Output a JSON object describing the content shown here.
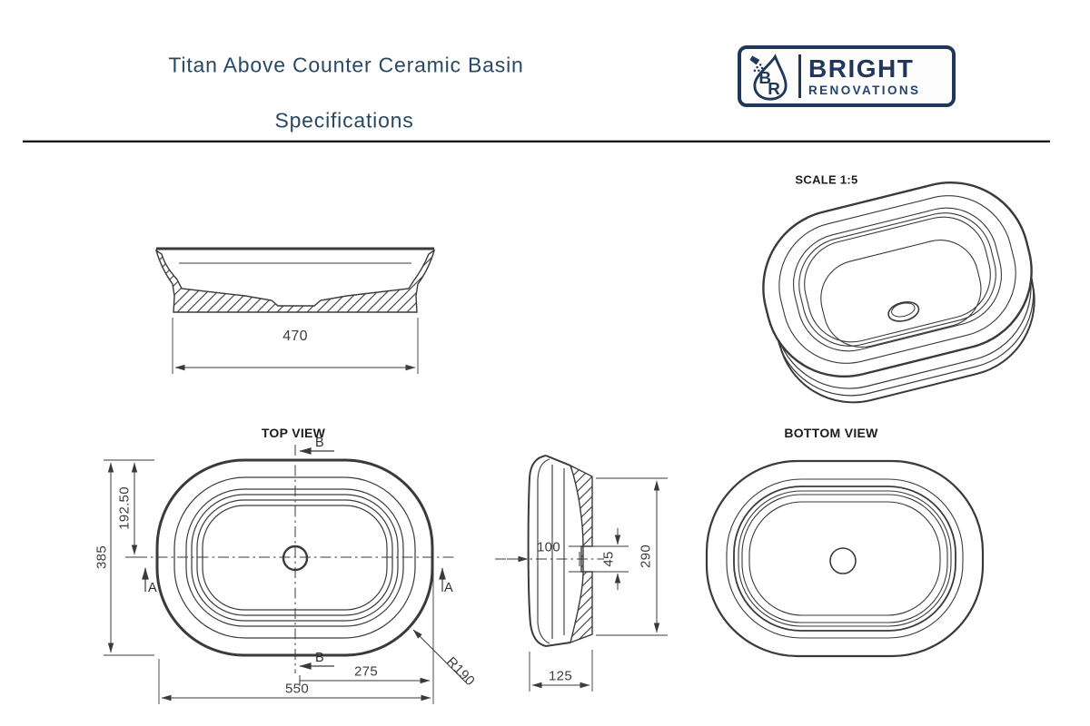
{
  "header": {
    "title_line1": "Titan Above Counter Ceramic Basin",
    "title_line2": "Specifications",
    "logo": {
      "brand_top": "BRIGHT",
      "brand_bottom": "RENOVATIONS",
      "monogram_b": "B",
      "monogram_r": "R",
      "icon": "water-drop-shower-icon"
    }
  },
  "views": {
    "front_section": {
      "width_dim": "470"
    },
    "isometric": {
      "scale_label": "SCALE 1:5"
    },
    "top_view": {
      "label": "TOP VIEW",
      "overall_length": "550",
      "half_length": "275",
      "overall_width": "385",
      "center_offset": "192.50",
      "corner_radius": "R190",
      "section_a": "A",
      "section_b": "B"
    },
    "section_view": {
      "inner_depth": "100",
      "drain_width": "45",
      "height": "290",
      "base_width": "125"
    },
    "bottom_view": {
      "label": "BOTTOM VIEW"
    }
  },
  "colors": {
    "title_navy": "#2b4863",
    "logo_navy": "#21375a",
    "line_color": "#3a3a3a"
  }
}
